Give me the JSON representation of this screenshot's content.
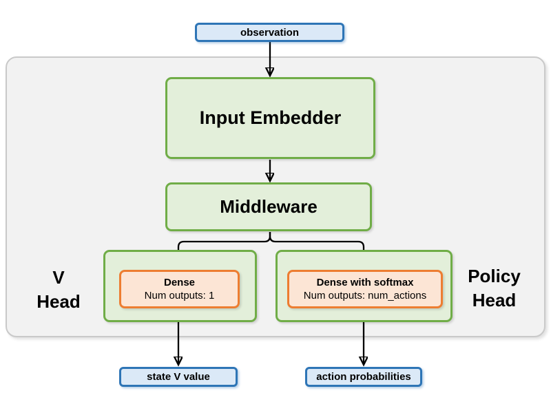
{
  "diagram": {
    "title_semantic": "actor-critic network architecture",
    "observation_label": "observation",
    "input_embedder_label": "Input Embedder",
    "middleware_label": "Middleware",
    "v_head": {
      "label_line1": "V",
      "label_line2": "Head",
      "dense_title": "Dense",
      "dense_subtitle": "Num outputs: 1",
      "output_label": "state V value"
    },
    "policy_head": {
      "label_line1": "Policy",
      "label_line2": "Head",
      "dense_title": "Dense with softmax",
      "dense_subtitle": "Num outputs: num_actions",
      "output_label": "action probabilities"
    },
    "colors": {
      "blue_border": "#2e75b6",
      "blue_fill": "#dbe9f7",
      "green_border": "#70ad47",
      "green_fill": "#e3efda",
      "orange_border": "#ed7d31",
      "orange_fill": "#fce5d5",
      "container_fill": "#f2f2f2",
      "container_border": "#c9c9c9",
      "arrow": "#000000"
    }
  }
}
